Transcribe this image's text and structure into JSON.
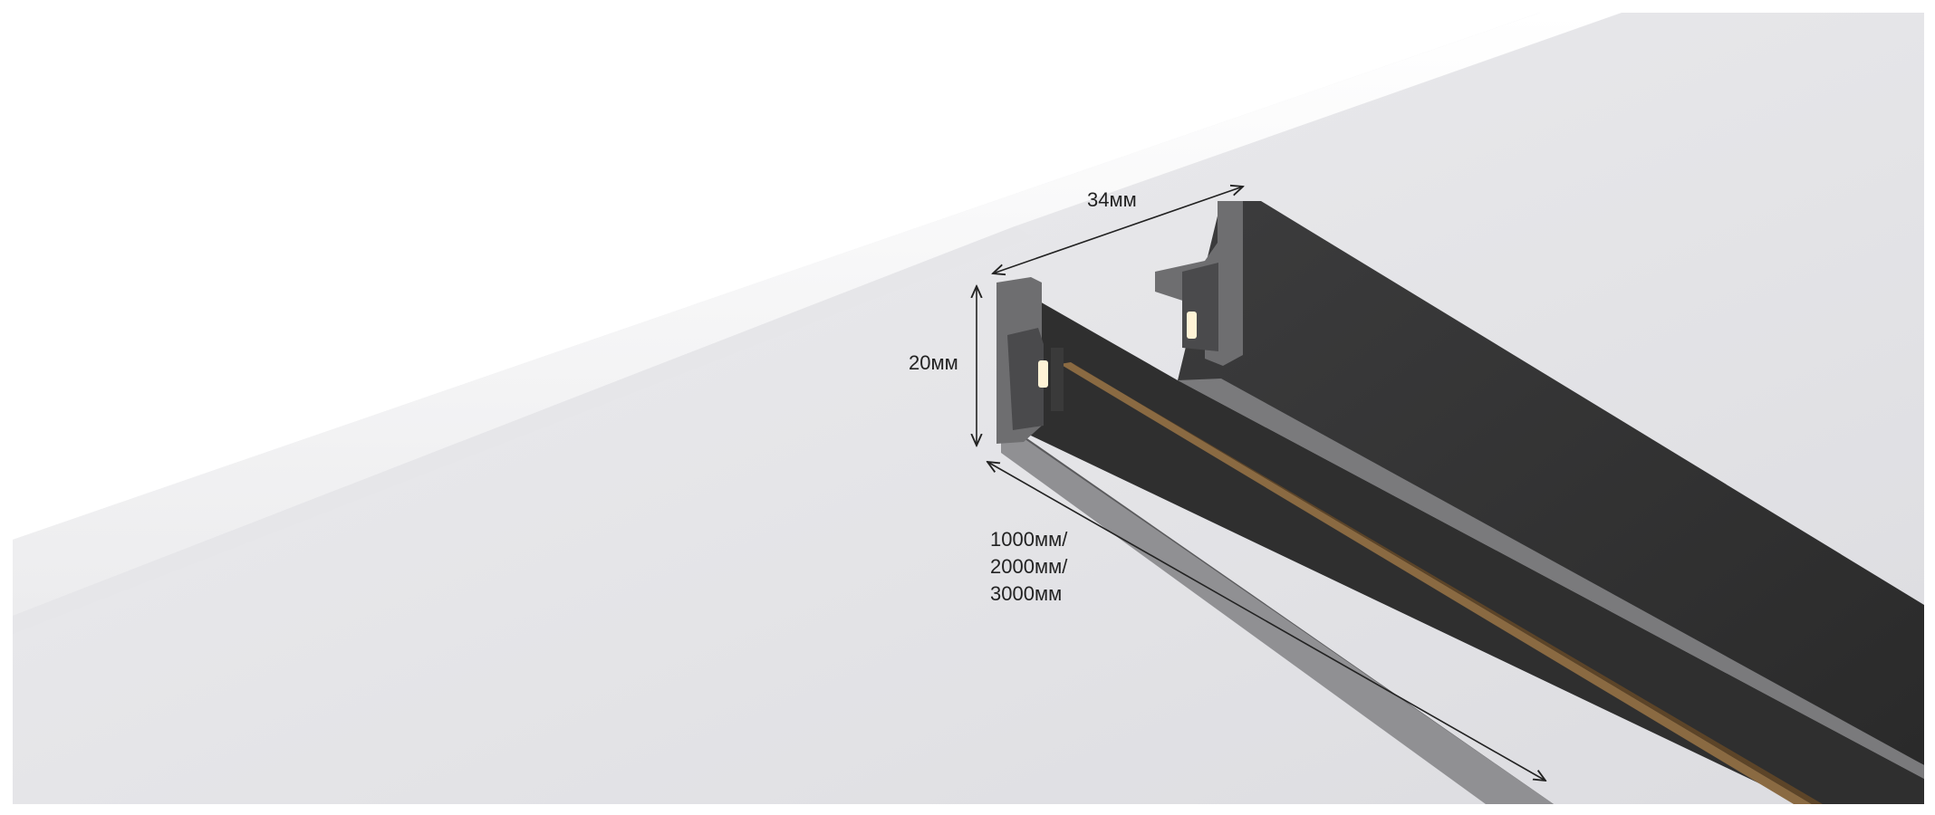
{
  "dimensions": {
    "width": "34мм",
    "height": "20мм",
    "length_lines": [
      "1000мм/",
      "2000мм/",
      "3000мм"
    ]
  },
  "colors": {
    "background": "#ffffff",
    "ceiling": "#dfdfe2",
    "track_dark": "#2b2b2b",
    "track_mid": "#3a3a3a",
    "track_light": "#6e6e70",
    "copper": "#8a6a42",
    "led": "#fff3d6",
    "annotation": "#222222"
  }
}
